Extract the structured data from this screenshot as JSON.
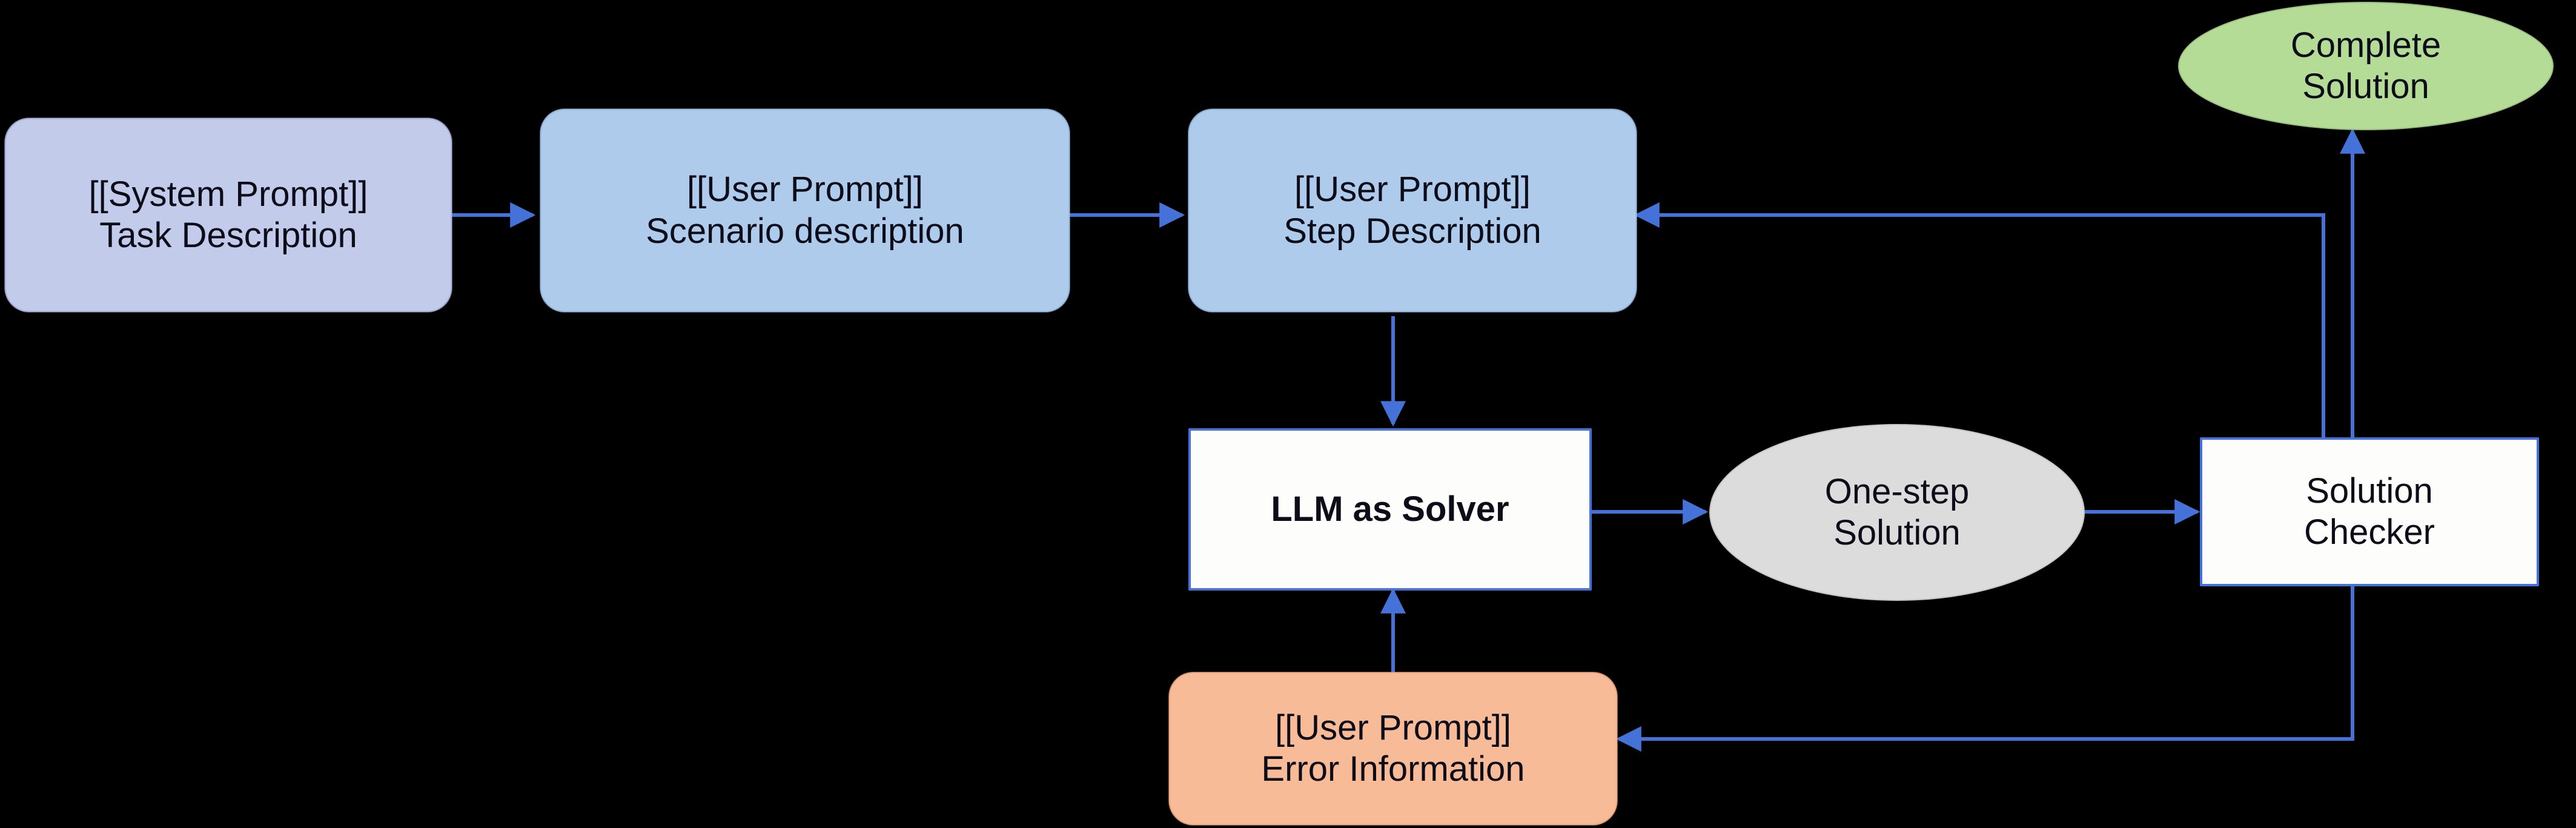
{
  "diagram": {
    "title": "LLM as Solver iterative stepwise solving flowchart",
    "background_color": "#000000",
    "edge_color": "#4472d8",
    "nodes": [
      {
        "id": "system-prompt-task",
        "shape": "rounded-rect",
        "fill": "#c3cbeb",
        "line1": "[[System Prompt]]",
        "line2": "Task Description"
      },
      {
        "id": "user-prompt-scenario",
        "shape": "rounded-rect",
        "fill": "#aecbeb",
        "line1": "[[User Prompt]]",
        "line2": "Scenario description"
      },
      {
        "id": "user-prompt-step",
        "shape": "rounded-rect",
        "fill": "#aecbeb",
        "line1": "[[User Prompt]]",
        "line2": "Step Description"
      },
      {
        "id": "llm-as-solver",
        "shape": "rect",
        "fill": "#ffffff",
        "line1": "LLM as Solver",
        "line2": ""
      },
      {
        "id": "one-step-solution",
        "shape": "ellipse",
        "fill": "#dcdcdc",
        "line1": "One-step",
        "line2": "Solution"
      },
      {
        "id": "solution-checker",
        "shape": "rect",
        "fill": "#ffffff",
        "line1": "Solution",
        "line2": "Checker"
      },
      {
        "id": "complete-solution",
        "shape": "ellipse",
        "fill": "#b5dc96",
        "line1": "Complete",
        "line2": "Solution"
      },
      {
        "id": "user-prompt-error",
        "shape": "rounded-rect",
        "fill": "#f7bb98",
        "line1": "[[User Prompt]]",
        "line2": "Error Information"
      }
    ],
    "edges": [
      {
        "id": "e1",
        "from": "system-prompt-task",
        "to": "user-prompt-scenario"
      },
      {
        "id": "e2",
        "from": "user-prompt-scenario",
        "to": "user-prompt-step"
      },
      {
        "id": "e3",
        "from": "user-prompt-step",
        "to": "llm-as-solver"
      },
      {
        "id": "e4",
        "from": "llm-as-solver",
        "to": "one-step-solution"
      },
      {
        "id": "e5",
        "from": "one-step-solution",
        "to": "solution-checker"
      },
      {
        "id": "e6",
        "from": "solution-checker",
        "to": "complete-solution"
      },
      {
        "id": "e7",
        "from": "solution-checker",
        "to": "user-prompt-step"
      },
      {
        "id": "e8",
        "from": "solution-checker",
        "to": "user-prompt-error"
      },
      {
        "id": "e9",
        "from": "user-prompt-error",
        "to": "llm-as-solver"
      }
    ]
  }
}
